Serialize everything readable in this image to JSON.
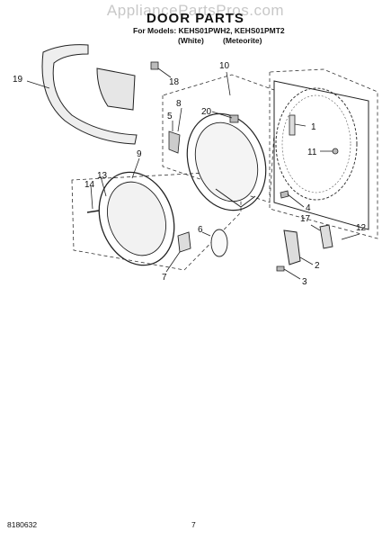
{
  "watermark": "AppliancePartsPros.com",
  "title": "DOOR PARTS",
  "models": {
    "label": "For Models: KEHS01PWH2, KEHS01PMT2",
    "variants": [
      "(White)",
      "(Meteorite)"
    ]
  },
  "callouts": [
    "1",
    "2",
    "3",
    "4",
    "5",
    "6",
    "7",
    "8",
    "9",
    "10",
    "11",
    "12",
    "13",
    "14",
    "17",
    "18",
    "19",
    "20"
  ],
  "footer": {
    "code": "8180632",
    "page": "7"
  }
}
